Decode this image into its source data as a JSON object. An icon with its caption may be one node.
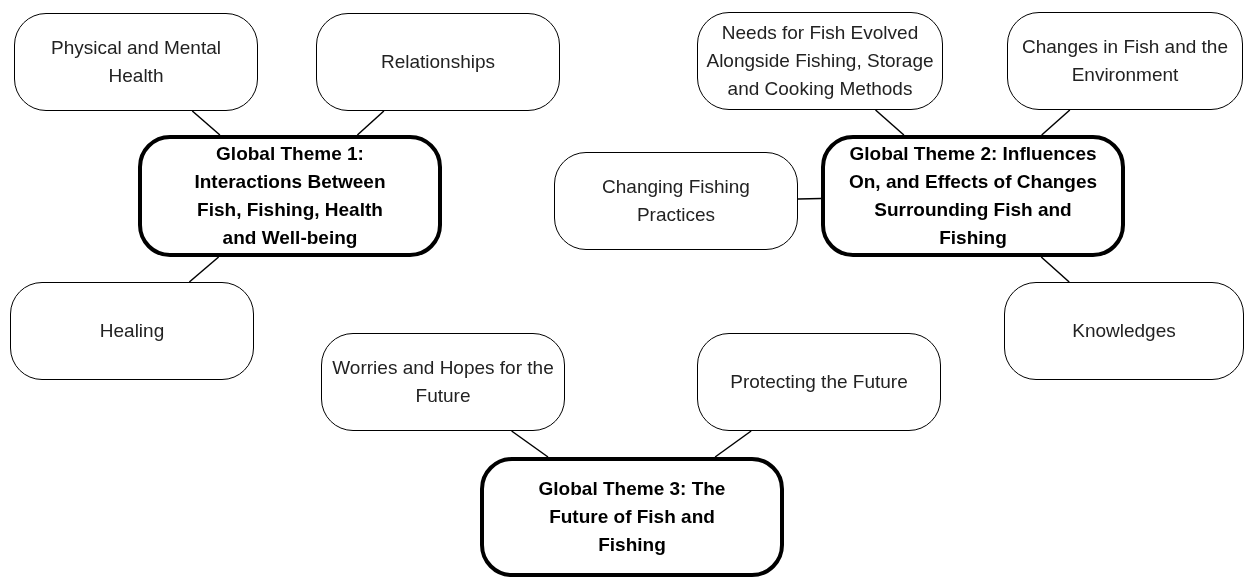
{
  "diagram": {
    "nodes": [
      {
        "text": [
          "Physical and Mental Health"
        ]
      },
      {
        "text": [
          "Relationships"
        ]
      },
      {
        "text": [
          "Needs for Fish Evolved Alongside Fishing, Storage and Cooking Methods"
        ]
      },
      {
        "text": [
          "Changes in Fish and the Environment"
        ]
      },
      {
        "text": [
          "Global Theme 1: Interactions Between Fish, Fishing, Health and Well-being"
        ]
      },
      {
        "text": [
          "Changing Fishing Practices"
        ]
      },
      {
        "text": [
          "Global Theme 2: Influences On, and Effects of Changes Surrounding Fish and Fishing"
        ]
      },
      {
        "text": [
          "Healing"
        ]
      },
      {
        "text": [
          "Knowledges"
        ]
      },
      {
        "text": [
          "Worries and Hopes for the Future"
        ]
      },
      {
        "text": [
          "Protecting the Future"
        ]
      },
      {
        "text": [
          "Global Theme 3: The Future of Fish and Fishing"
        ]
      }
    ],
    "edges": [
      {
        "from": 4,
        "to": 0,
        "arrow": "none"
      },
      {
        "from": 4,
        "to": 1,
        "arrow": "none"
      },
      {
        "from": 4,
        "to": 7,
        "arrow": "none"
      },
      {
        "from": 6,
        "to": 2,
        "arrow": "none"
      },
      {
        "from": 6,
        "to": 3,
        "arrow": "none"
      },
      {
        "from": 6,
        "to": 5,
        "arrow": "none"
      },
      {
        "from": 6,
        "to": 8,
        "arrow": "none"
      },
      {
        "from": 11,
        "to": 9,
        "arrow": "none"
      },
      {
        "from": 11,
        "to": 10,
        "arrow": "none"
      }
    ]
  }
}
